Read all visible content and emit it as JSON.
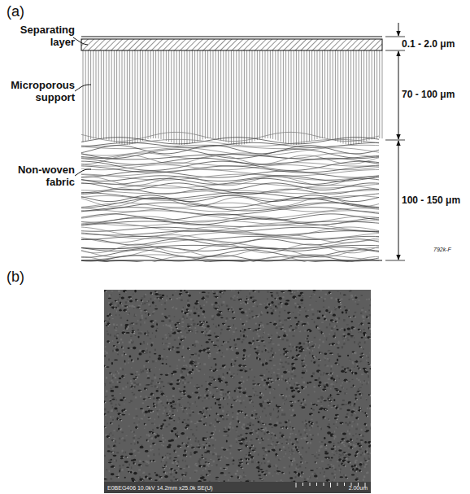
{
  "diagram": {
    "labels": [
      "(a)",
      "Separating layer",
      "0.1 - 2.0 μm",
      "Microporous support",
      "70 - 100 μm",
      "Non-woven fabric",
      "100 - 150 μm",
      "792k-F",
      "(b)",
      "E0BEG406 10.0kV 14.2mm x25.0k SE(U)",
      "2.00um"
    ]
  }
}
